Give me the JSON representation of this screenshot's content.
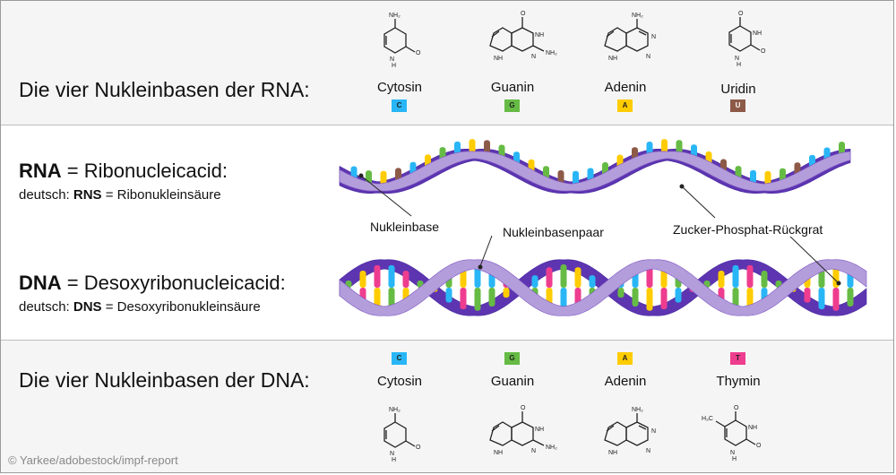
{
  "rna_bases_title": "Die vier Nukleinbasen der RNA:",
  "dna_bases_title": "Die vier Nukleinbasen der DNA:",
  "rna": {
    "abbr": "RNA",
    "rest": " = Ribonucleicacid:",
    "de_prefix": "deutsch: ",
    "de_abbr": "RNS",
    "de_rest": " = Ribonukleinsäure"
  },
  "dna": {
    "abbr": "DNA",
    "rest": " = Desoxyribonucleicacid:",
    "de_prefix": "deutsch: ",
    "de_abbr": "DNS",
    "de_rest": " = Desoxyribonukleinsäure"
  },
  "rna_bases": [
    {
      "name": "Cytosin",
      "letter": "C",
      "color": "#29b6f6"
    },
    {
      "name": "Guanin",
      "letter": "G",
      "color": "#66bb44"
    },
    {
      "name": "Adenin",
      "letter": "A",
      "color": "#ffcc00"
    },
    {
      "name": "Uridin",
      "letter": "U",
      "color": "#8d5a48"
    }
  ],
  "dna_bases": [
    {
      "name": "Cytosin",
      "letter": "C",
      "color": "#29b6f6"
    },
    {
      "name": "Guanin",
      "letter": "G",
      "color": "#66bb44"
    },
    {
      "name": "Adenin",
      "letter": "A",
      "color": "#ffcc00"
    },
    {
      "name": "Thymin",
      "letter": "T",
      "color": "#ee3d8f"
    }
  ],
  "callouts": {
    "nucleobase": "Nukleinbase",
    "base_pair": "Nukleinbasenpaar",
    "backbone": "Zucker-Phosphat-Rückgrat"
  },
  "atoms": {
    "nh2": "NH₂",
    "nh": "NH",
    "n": "N",
    "h": "H",
    "o": "O",
    "h3c": "H₃C"
  },
  "credit": "© Yarkee/adobestock/impf-report"
}
